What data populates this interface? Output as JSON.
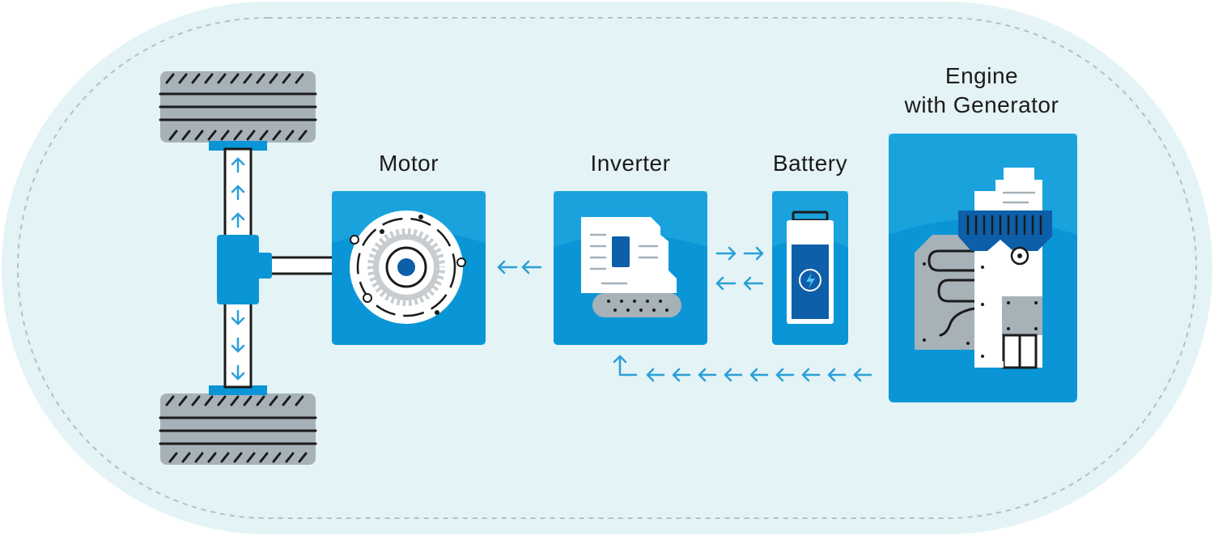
{
  "labels": {
    "motor": "Motor",
    "inverter": "Inverter",
    "battery": "Battery",
    "engine_line1": "Engine",
    "engine_line2": "with Generator"
  },
  "colors": {
    "background": "#e4f3f6",
    "outline": "#a9c4cb",
    "panel_blue": "#0a96d6",
    "panel_light": "#2fb1e6",
    "dark_blue": "#0c5fa8",
    "arrow_blue": "#2a9fd8",
    "tire_gray": "#a6b1b8",
    "line_dark": "#1b1b1b",
    "white": "#ffffff"
  },
  "icons": [
    "tire-icon",
    "axle-icon",
    "motor-icon",
    "inverter-icon",
    "battery-icon",
    "lightning-icon",
    "engine-icon",
    "flow-arrow-icon"
  ]
}
